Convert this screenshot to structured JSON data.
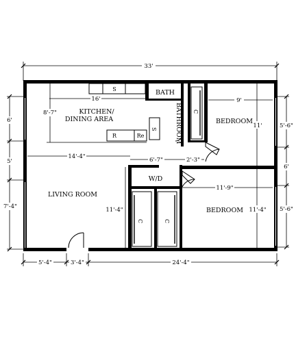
{
  "rooms": {
    "kitchen_line1": "KITCHEN/",
    "kitchen_line2": "DINING AREA",
    "bath": "BATH",
    "bathroom": "BATHROOM",
    "bedroom_upper": "BEDROOM",
    "bedroom_lower": "BEDROOM",
    "living": "LIVING ROOM",
    "wd": "W/D"
  },
  "fixtures": {
    "sink_kitchen": "S",
    "sink_bath": "S",
    "range": "R",
    "refrigerator": "Re",
    "closet_bath": "C",
    "closet_1": "C",
    "closet_2": "C"
  },
  "dimensions": {
    "overall_width": "33'",
    "kitchen_width": "16'",
    "kitchen_depth": "8'-7\"",
    "bedroom_upper_width": "9'",
    "bedroom_upper_depth": "11'",
    "living_width": "14'-4\"",
    "wd_width": "6'-7\"",
    "hall_width": "2'-3\"",
    "bedroom_lower_width": "11'-9\"",
    "living_depth": "11'-4\"",
    "bedroom_lower_depth": "11'-4\"",
    "left_top": "6'",
    "left_mid": "5'",
    "left_bottom": "7'-4\"",
    "right_top": "5'-6\"",
    "right_mid": "6'",
    "right_bottom": "5'-6\"",
    "bottom_left": "5'-4\"",
    "bottom_door": "3'-4\"",
    "bottom_right": "24'-4\""
  }
}
